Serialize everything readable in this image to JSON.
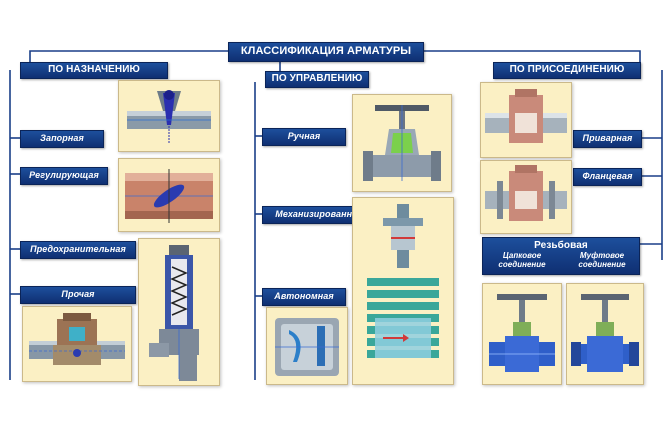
{
  "title": "КЛАССИФИКАЦИЯ АРМАТУРЫ",
  "categories": {
    "purpose": {
      "heading": "ПО НАЗНАЧЕНИЮ",
      "items": [
        "Запорная",
        "Регулирующая",
        "Предохранительная",
        "Прочая"
      ]
    },
    "control": {
      "heading": "ПО УПРАВЛЕНИЮ",
      "items": [
        "Ручная",
        "Механизированная",
        "Автономная"
      ]
    },
    "connection": {
      "heading": "ПО ПРИСОЕДИНЕНИЮ",
      "items": [
        "Приварная",
        "Фланцевая",
        "Резьбовая"
      ],
      "sub_items": [
        "Цапковое соединение",
        "Муфтовое соединение"
      ]
    }
  },
  "colors": {
    "label_bg": "#15408a",
    "panel_bg": "#fbf0c4",
    "line": "#1a3f88"
  }
}
